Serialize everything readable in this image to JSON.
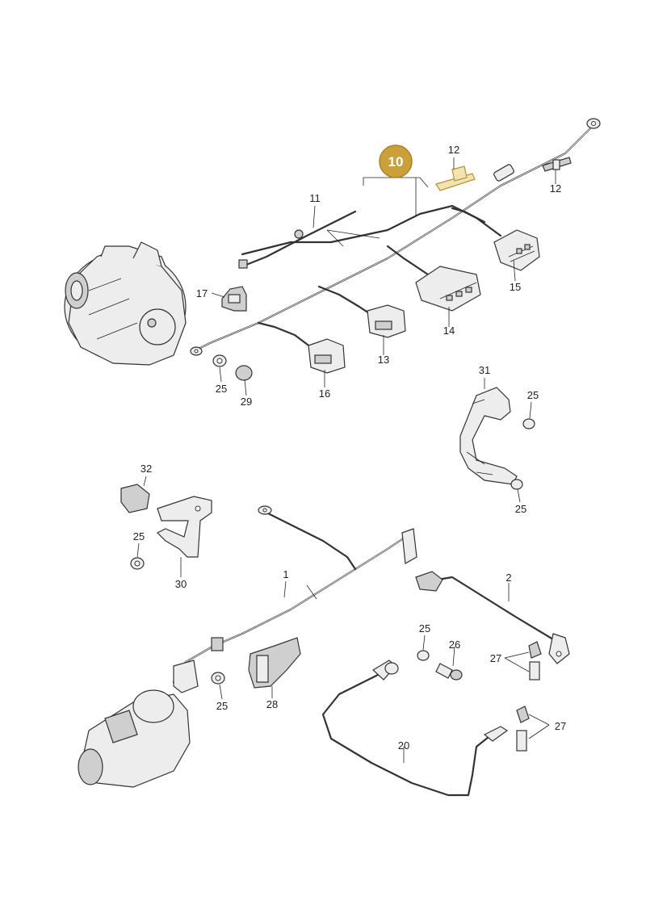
{
  "callouts": {
    "c1": "1",
    "c2": "2",
    "c10": "10",
    "c11": "11",
    "c12a": "12",
    "c12b": "12",
    "c13": "13",
    "c14": "14",
    "c15": "15",
    "c16": "16",
    "c17": "17",
    "c20": "20",
    "c25a": "25",
    "c25b": "25",
    "c25c": "25",
    "c25d": "25",
    "c25e": "25",
    "c25f": "25",
    "c26": "26",
    "c27a": "27",
    "c27b": "27",
    "c28": "28",
    "c29": "29",
    "c30": "30",
    "c31": "31",
    "c32": "32"
  },
  "colors": {
    "badge": "#c9a03a",
    "highlight": "#f2e3b5",
    "line": "#333333"
  },
  "icons": [
    "alternator",
    "starter-motor"
  ]
}
